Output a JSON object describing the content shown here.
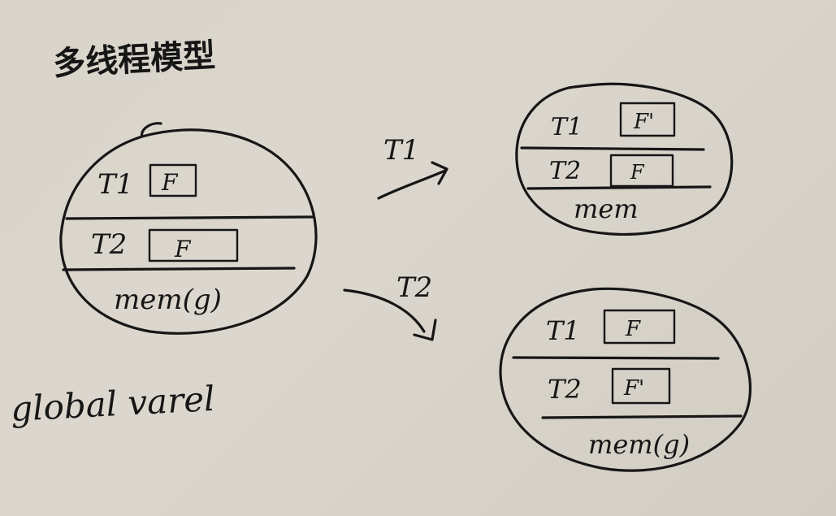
{
  "title": "多线程模型",
  "caption": "global varel",
  "main_process": {
    "threads": [
      {
        "thread": "T1",
        "frame": "F"
      },
      {
        "thread": "T2",
        "frame": "F"
      }
    ],
    "memory": "mem(g)"
  },
  "transition_t1": {
    "arrow_label": "T1",
    "threads": [
      {
        "thread": "T1",
        "frame": "F'"
      },
      {
        "thread": "T2",
        "frame": "F"
      }
    ],
    "memory": "mem"
  },
  "transition_t2": {
    "arrow_label": "T2",
    "threads": [
      {
        "thread": "T1",
        "frame": "F"
      },
      {
        "thread": "T2",
        "frame": "F'"
      }
    ],
    "memory": "mem(g)"
  },
  "colors": {
    "ink": "#161616",
    "paper": "#d9d4ca"
  }
}
